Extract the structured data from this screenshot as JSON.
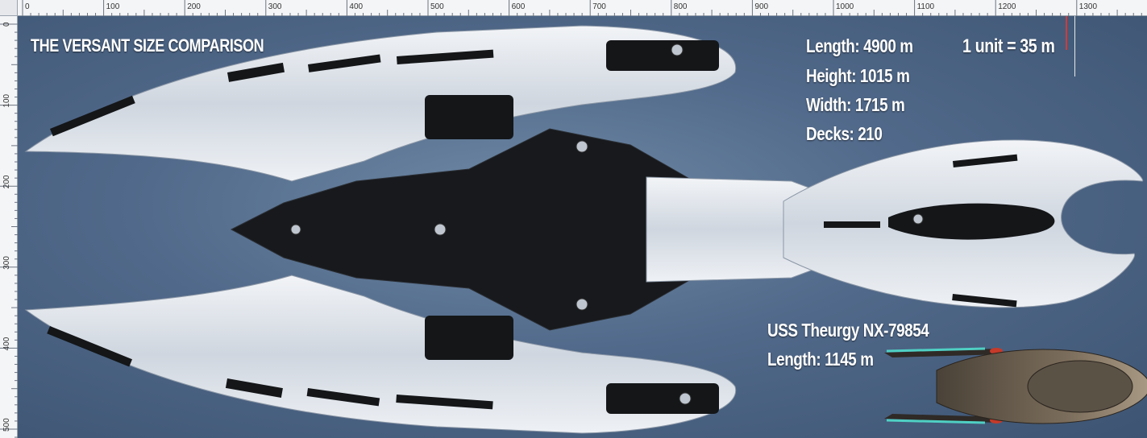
{
  "image_title": "THE VERSANT SIZE COMPARISON",
  "ship_stats": [
    {
      "label": "Length:",
      "value": "4900 m"
    },
    {
      "label": "Height:",
      "value": "1015 m"
    },
    {
      "label": "Width:",
      "value": "1715 m"
    },
    {
      "label": "Decks:",
      "value": "210"
    }
  ],
  "scale_note": "1 unit = 35 m",
  "comparison_ship": {
    "name": "USS Theurgy NX-79854",
    "length_label": "Length:",
    "length_value": "1145 m"
  },
  "ruler": {
    "horizontal_labels": [
      "0",
      "100",
      "200",
      "300",
      "400",
      "500",
      "600",
      "700",
      "800",
      "900",
      "1000",
      "1100",
      "1200",
      "1300"
    ],
    "vertical_labels": [
      "0",
      "100",
      "200",
      "300",
      "400",
      "500"
    ]
  },
  "colors": {
    "background": "#51698a",
    "hull_light": "#d8dde4",
    "hull_dark": "#141618",
    "guide_red": "#d23a3a",
    "ruler_bg": "#f4f5f7"
  }
}
